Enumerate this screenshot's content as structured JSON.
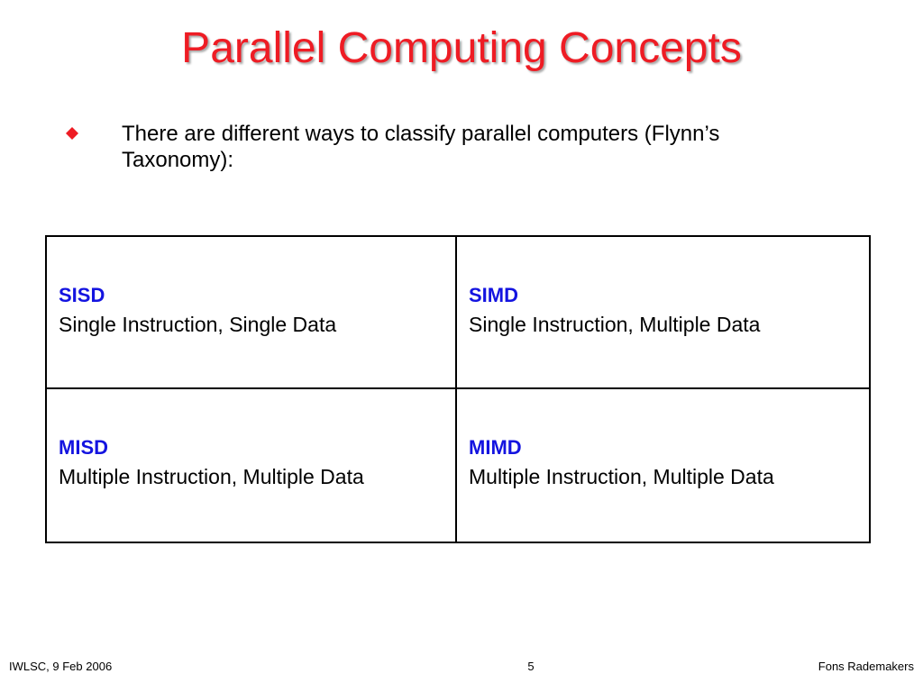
{
  "slide": {
    "title": "Parallel Computing Concepts",
    "bullets": [
      {
        "text": "There are different ways to classify parallel computers (Flynn’s Taxonomy):",
        "icon": "diamond-bullet-icon"
      }
    ]
  },
  "taxonomy_table": {
    "cells": [
      {
        "acronym": "SISD",
        "description": "Single Instruction, Single Data"
      },
      {
        "acronym": "SIMD",
        "description": "Single Instruction, Multiple Data"
      },
      {
        "acronym": "MISD",
        "description": "Multiple Instruction, Multiple Data"
      },
      {
        "acronym": "MIMD",
        "description": "Multiple Instruction, Multiple Data"
      }
    ]
  },
  "footer": {
    "left": "IWLSC, 9 Feb 2006",
    "page_number": "5",
    "right": "Fons Rademakers"
  },
  "colors": {
    "title": "#ee1c24",
    "bullet": "#ee1c24",
    "acronym": "#1414e0",
    "text": "#000000",
    "background": "#ffffff"
  }
}
